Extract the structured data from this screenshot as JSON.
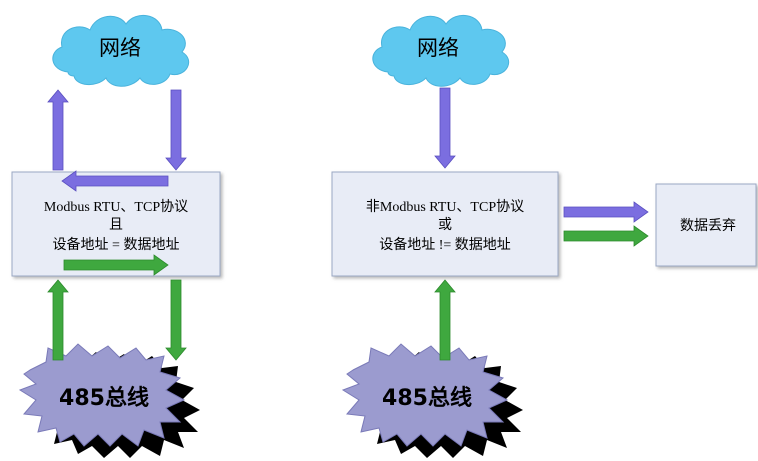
{
  "left": {
    "network_label": "网络",
    "box_lines": [
      "Modbus RTU、TCP协议",
      "且",
      "设备地址 = 数据地址"
    ],
    "bus_label": "485总线"
  },
  "right": {
    "network_label": "网络",
    "box_lines": [
      "非Modbus RTU、TCP协议",
      "或",
      "设备地址 != 数据地址"
    ],
    "bus_label": "485总线",
    "discard_label": "数据丢弃"
  },
  "colors": {
    "cloud_fill": "#5ec8ef",
    "box_fill": "#e8ecf6",
    "box_border": "#9aa8c4",
    "bus_fill": "#9b9bcf",
    "arrow_purple": "#7b6ee0",
    "arrow_green": "#3fa83f"
  }
}
